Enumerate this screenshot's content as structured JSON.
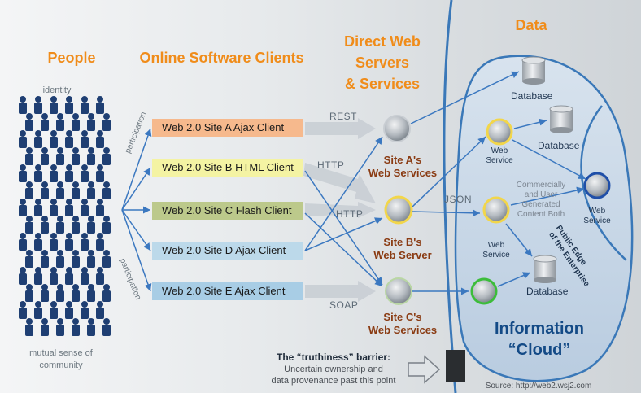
{
  "headers": {
    "people": "People",
    "clients": "Online Software Clients",
    "servers_line1": "Direct Web",
    "servers_line2": "Servers",
    "servers_line3": "& Services",
    "data": "Data"
  },
  "people": {
    "top_label": "identity",
    "bottom_line1": "mutual sense of",
    "bottom_line2": "community",
    "participation_top": "participation",
    "participation_bottom": "participation"
  },
  "clients": [
    {
      "label": "Web 2.0 Site A Ajax Client",
      "color": "#f6b98d"
    },
    {
      "label": "Web 2.0 Site B HTML Client",
      "color": "#f4f3a3"
    },
    {
      "label": "Web 2.0 Site C Flash Client",
      "color": "#bcc98b"
    },
    {
      "label": "Web 2.0 Site D Ajax Client",
      "color": "#bcd9ea"
    },
    {
      "label": "Web 2.0 Site E Ajax Client",
      "color": "#a8cde5"
    }
  ],
  "protocols": {
    "rest": "REST",
    "http1": "HTTP",
    "http2": "HTTP",
    "soap": "SOAP",
    "json": "JSON"
  },
  "servers": {
    "a_line1": "Site A's",
    "a_line2": "Web Services",
    "b_line1": "Site B's",
    "b_line2": "Web Server",
    "c_line1": "Site C's",
    "c_line2": "Web Services"
  },
  "cloud": {
    "db_top": "Database",
    "db_mid": "Database",
    "db_bottom": "Database",
    "ws1_line1": "Web",
    "ws1_line2": "Service",
    "ws2_line1": "Web",
    "ws2_line2": "Service",
    "ws3_line1": "Web",
    "ws3_line2": "Service",
    "commercial_1": "Commercially",
    "commercial_2": "and User",
    "commercial_3": "Generated",
    "commercial_4": "Content Both",
    "edge_1": "Public Edge",
    "edge_2": "of the Enterprise",
    "title_1": "Information",
    "title_2": "“Cloud”"
  },
  "barrier": {
    "title": "The “truthiness” barrier:",
    "line1": "Uncertain ownership and",
    "line2": "data provenance past this point"
  },
  "source": "Source: http://web2.wsj2.com",
  "colors": {
    "header_orange": "#f08c1a",
    "header_blue": "#1a6fb5",
    "people": "#1f3f73",
    "server_label": "#8a3b12",
    "cloud_line": "#3a78b8"
  }
}
